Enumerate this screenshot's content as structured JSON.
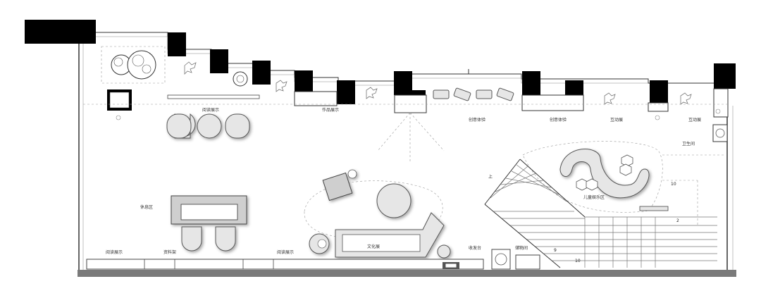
{
  "labels": {
    "area_a": "阅读展示",
    "area_b": "休息区",
    "area_c": "作品展示",
    "area_d": "创意体验",
    "area_e": "创意体验",
    "area_f": "互动展",
    "area_g": "互动展",
    "area_h": "卫生间",
    "area_i": "上",
    "area_j": "儿童娱乐区",
    "area_k": "阅读展示",
    "area_l": "资料架",
    "area_m": "阅读展示",
    "area_n": "文化展",
    "area_o": "收发台",
    "area_p": "储物间"
  },
  "dimensions": {
    "d1": "10",
    "d2": "2",
    "d3": "9",
    "d4": "10"
  },
  "colors": {
    "black": "#000000",
    "floor": "#ffffff",
    "furniture": "#e6e6e6",
    "shadow": "#bdbdbd",
    "base": "#7a7a7a"
  }
}
